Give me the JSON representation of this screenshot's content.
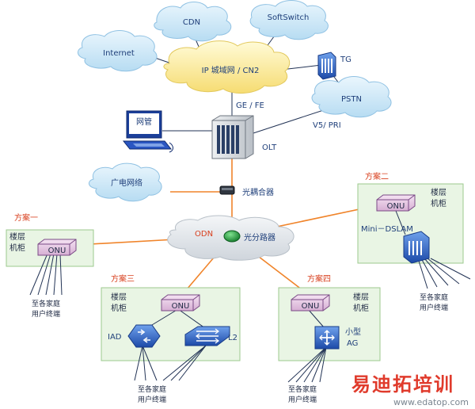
{
  "colors": {
    "cloud_blue": "#cfe8f6",
    "cloud_blue_edge": "#9cc9e6",
    "cloud_yellow": "#fff2a8",
    "cloud_yellow_edge": "#e2c85c",
    "cloud_gray": "#dfe3e8",
    "box_green": "#e9f5e4",
    "box_green_edge": "#9cc98e",
    "onu_fill": "#e8cde6",
    "onu_edge": "#7a4a86",
    "fiber": "#f0842a",
    "copper": "#223355",
    "label_red": "#d8401f",
    "label_blue": "#1f3f7a",
    "splitter": "#1ea33c",
    "device_blue": "#2b5fbf",
    "watermark_red": "#e03b2c",
    "watermark_gray": "#7a8590"
  },
  "clouds": {
    "cdn": "CDN",
    "softswitch": "SoftSwitch",
    "internet": "Internet",
    "core": "IP 城域网 / CN2",
    "pstn": "PSTN",
    "broadcast": "广电网络",
    "odn": "ODN"
  },
  "links": {
    "ge_fe": "GE / FE",
    "v5_pri": "V5/ PRI"
  },
  "devices": {
    "tg": "TG",
    "nms": "网管",
    "olt": "OLT",
    "coupler": "光耦合器",
    "splitter": "光分路器",
    "mini_dslam": "Mini－DSLAM",
    "iad": "IAD",
    "l2": "L2",
    "small_ag_1": "小型",
    "small_ag_2": "AG"
  },
  "schemes": {
    "s1": {
      "title": "方案一",
      "cabinet_1": "楼层",
      "cabinet_2": "机柜",
      "onu": "ONU",
      "term_1": "至各家庭",
      "term_2": "用户终端"
    },
    "s2": {
      "title": "方案二",
      "cabinet_1": "楼层",
      "cabinet_2": "机柜",
      "onu": "ONU",
      "term_1": "至各家庭",
      "term_2": "用户终端"
    },
    "s3": {
      "title": "方案三",
      "cabinet_1": "楼层",
      "cabinet_2": "机柜",
      "onu": "ONU",
      "term_1": "至各家庭",
      "term_2": "用户终端"
    },
    "s4": {
      "title": "方案四",
      "cabinet_1": "楼层",
      "cabinet_2": "机柜",
      "onu": "ONU",
      "term_1": "至各家庭",
      "term_2": "用户终端"
    }
  },
  "watermark": {
    "brand": "易迪拓培训",
    "url": "www.edatop.com"
  }
}
